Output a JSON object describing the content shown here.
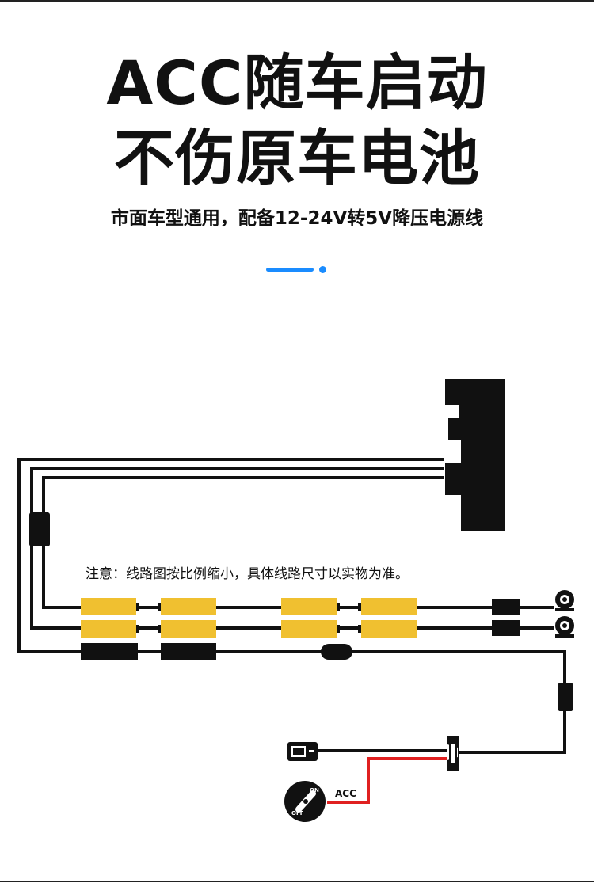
{
  "title_line1": "ACC随车启动",
  "title_line2": "不伤原车电池",
  "subtitle": "市面车型通用，配备12-24V转5V降压电源线",
  "note": "注意：线路图按比例缩小，具体线路尺寸以实物为准。",
  "acc_label": "ACC",
  "switch": {
    "on": "ON",
    "off": "OFF"
  },
  "colors": {
    "accent": "#1a8cff",
    "connector_gold": "#f0c030",
    "wire": "#111111",
    "acc_wire": "#e02020"
  },
  "icons": [
    "camera-icon",
    "camera-icon",
    "battery-icon",
    "ignition-key-icon"
  ]
}
